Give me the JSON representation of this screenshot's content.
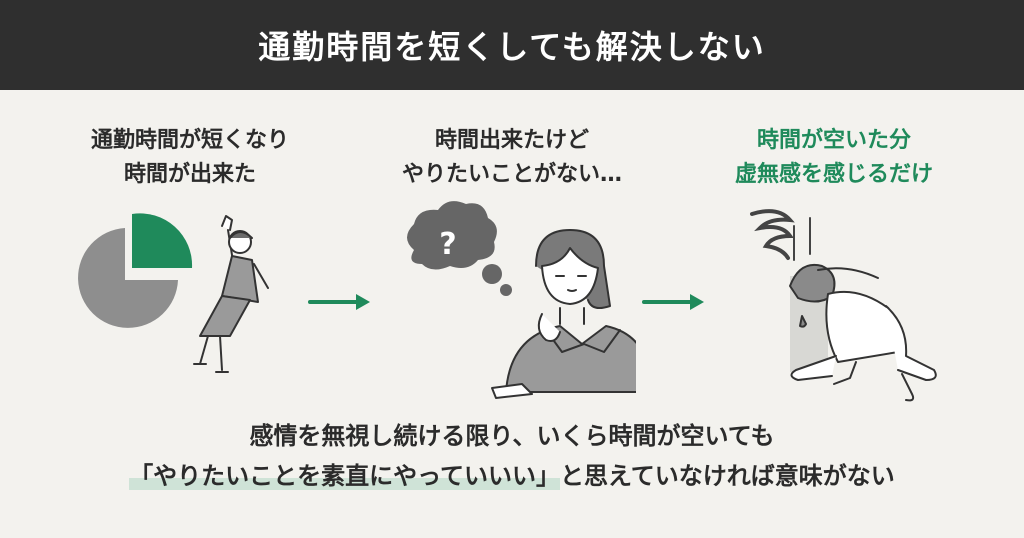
{
  "header": {
    "title": "通勤時間を短くしても解決しない"
  },
  "steps": [
    {
      "caption_lines": [
        "通勤時間が短くなり",
        "時間が出来た"
      ]
    },
    {
      "caption_lines": [
        "時間出来たけど",
        "やりたいことがない…"
      ],
      "thought_icon": "question-mark"
    },
    {
      "caption_lines": [
        "時間が空いた分",
        "虚無感を感じるだけ"
      ],
      "accent": true
    }
  ],
  "conclusion": {
    "line1": "感情を無視し続ける限り、いくら時間が空いても",
    "line2_highlight": "「やりたいことを素直にやっていいい」",
    "line2_rest": "と思えていなければ意味がない"
  },
  "colors": {
    "header_bg": "#2f2f2f",
    "background": "#f3f2ee",
    "accent_green": "#1f8a5b",
    "pie_gray": "#8e8e8e",
    "highlight": "#cfe3d7",
    "text": "#2b2b2b"
  },
  "icons": [
    "pie-chart-icon",
    "arrow-right-icon",
    "thought-bubble-icon",
    "gloom-cloud-icon"
  ]
}
